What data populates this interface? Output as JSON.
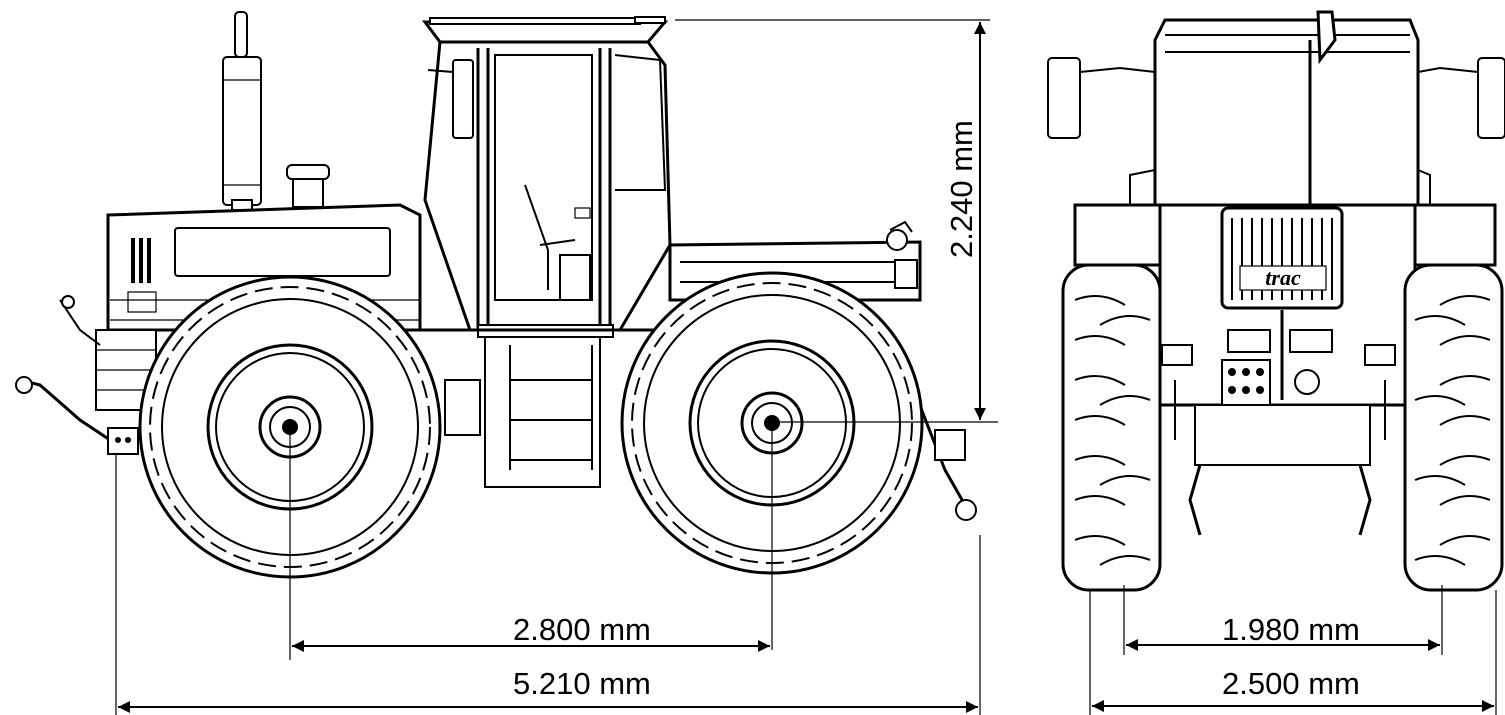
{
  "dimensions": {
    "height": "2.240 mm",
    "wheelbase": "2.800 mm",
    "overall_length": "5.210 mm",
    "track_width": "1.980 mm",
    "overall_width": "2.500 mm"
  },
  "grille_logo": "trac"
}
